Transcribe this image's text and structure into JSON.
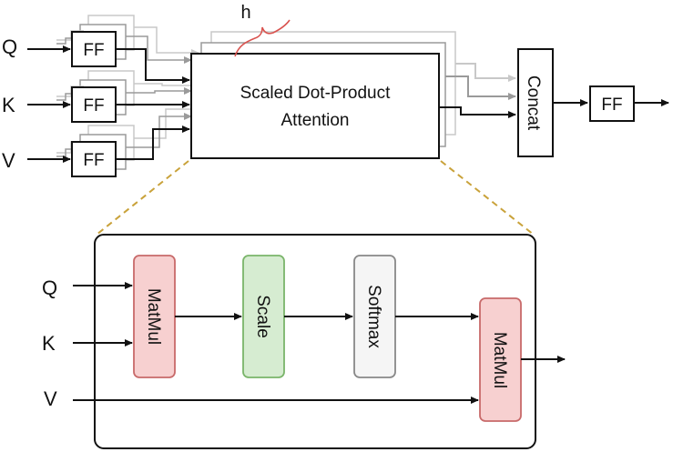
{
  "top": {
    "inputs": [
      "Q",
      "K",
      "V"
    ],
    "ff_label": "FF",
    "attention_line1": "Scaled Dot-Product",
    "attention_line2": "Attention",
    "heads_label": "h",
    "concat_label": "Concat",
    "output_ff_label": "FF"
  },
  "detail": {
    "inputs": [
      "Q",
      "K",
      "V"
    ],
    "matmul1_label": "MatMul",
    "scale_label": "Scale",
    "softmax_label": "Softmax",
    "matmul2_label": "MatMul"
  },
  "colors": {
    "matmul_fill": "#f7d0d0",
    "matmul_stroke": "#c86a6a",
    "scale_fill": "#d6ecd1",
    "scale_stroke": "#7ab56a",
    "softmax_fill": "#f5f5f5",
    "softmax_stroke": "#888888",
    "zoom_dash": "#c9a23a",
    "brace": "#d9534f"
  }
}
